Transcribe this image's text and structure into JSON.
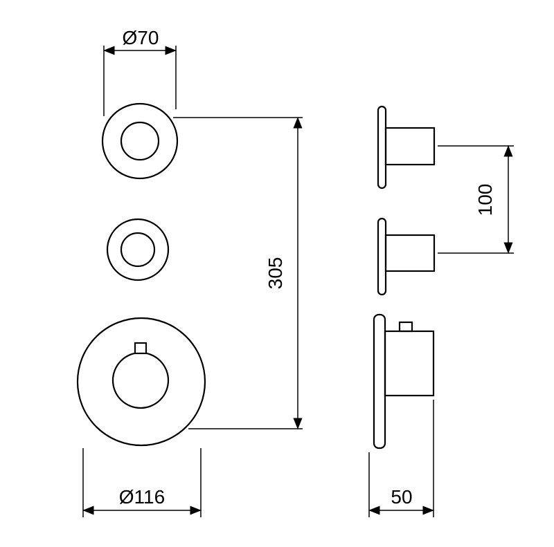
{
  "colors": {
    "line": "#000000",
    "background": "#ffffff"
  },
  "labels": {
    "top_knob_diameter": "Ø70",
    "total_height": "305",
    "knob_spacing": "100",
    "bottom_plate_diameter": "Ø116",
    "depth": "50"
  }
}
